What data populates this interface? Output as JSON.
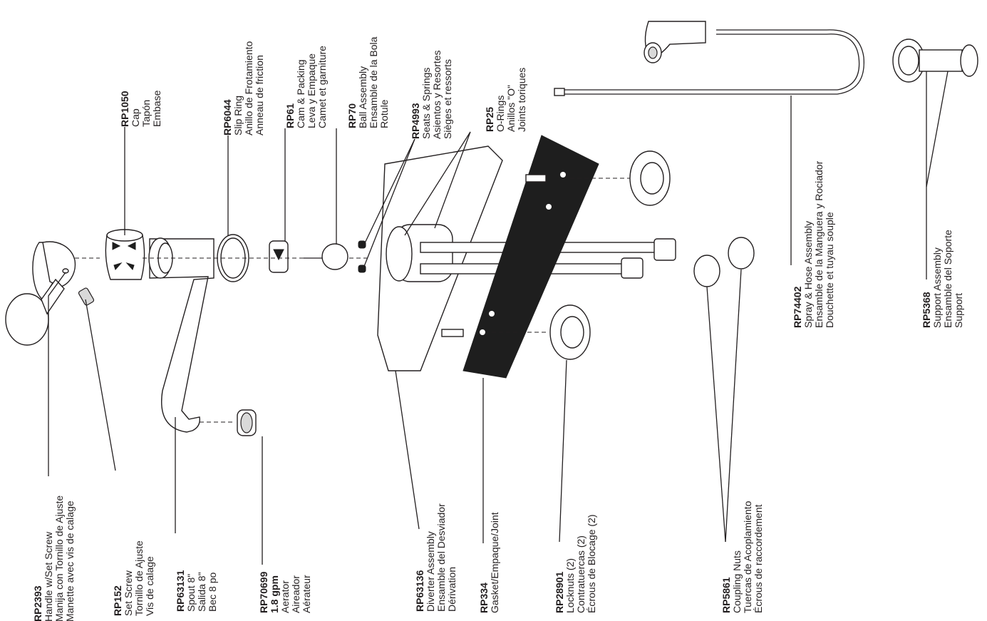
{
  "parts": [
    {
      "id": "RP2393",
      "code": "RP2393",
      "lines": [
        "Handle w/Set Screw",
        "Manija con Tornillo de Ajuste",
        "Manette avec vis de calage"
      ]
    },
    {
      "id": "RP152",
      "code": "RP152",
      "lines": [
        "Set Screw",
        "Tornillo de Ajuste",
        "Vis de calage"
      ]
    },
    {
      "id": "RP63131",
      "code": "RP63131",
      "lines": [
        "Spout 8\"",
        "Salida 8\"",
        "Bec 8 po"
      ]
    },
    {
      "id": "RP70699",
      "code": "RP70699",
      "code2": "1.8 gpm",
      "lines": [
        "Aerator",
        "Aireador",
        "Aérateur"
      ]
    },
    {
      "id": "RP63136",
      "code": "RP63136",
      "lines": [
        "Diverter Assembly",
        "Ensamble del Desviador",
        "Dérivation"
      ]
    },
    {
      "id": "RP334",
      "code": "RP334",
      "lines": [
        "Gasket/Empaque/Joint"
      ]
    },
    {
      "id": "RP28901",
      "code": "RP28901",
      "lines": [
        "Locknuts (2)",
        "Contratuercas (2)",
        "Écrous de Blocage (2)"
      ]
    },
    {
      "id": "RP5861",
      "code": "RP5861",
      "lines": [
        "Coupling Nuts",
        "Tuercas de Acoplamiento",
        "Écrous de raccordement"
      ]
    },
    {
      "id": "RP1050",
      "code": "RP1050",
      "lines": [
        "Cap",
        "Tapón",
        "Embase"
      ]
    },
    {
      "id": "RP6044",
      "code": "RP6044",
      "lines": [
        "Slip Ring",
        "Anillo de Frotamiento",
        "Anneau de friction"
      ]
    },
    {
      "id": "RP61",
      "code": "RP61",
      "lines": [
        "Cam & Packing",
        "Leva y Empaque",
        "Camet et garniture"
      ]
    },
    {
      "id": "RP70",
      "code": "RP70",
      "lines": [
        "Ball Assembly",
        "Ensamble de la Bola",
        "Rotule"
      ]
    },
    {
      "id": "RP4993",
      "code": "RP4993",
      "lines": [
        "Seats & Springs",
        "Asientos y Resortes",
        "Sièges et ressorts"
      ]
    },
    {
      "id": "RP25",
      "code": "RP25",
      "lines": [
        "O-Rings",
        "Anillos \"O\"",
        "Joints toriques"
      ]
    },
    {
      "id": "RP74402",
      "code": "RP74402",
      "lines": [
        "Spray & Hose Assembly",
        "Ensamble de la Manguera y Rociador",
        "Douchette et tuyau souple"
      ]
    },
    {
      "id": "RP5368",
      "code": "RP5368",
      "lines": [
        "Support Assembly",
        "Ensamble del Soporte",
        "Support"
      ]
    }
  ]
}
